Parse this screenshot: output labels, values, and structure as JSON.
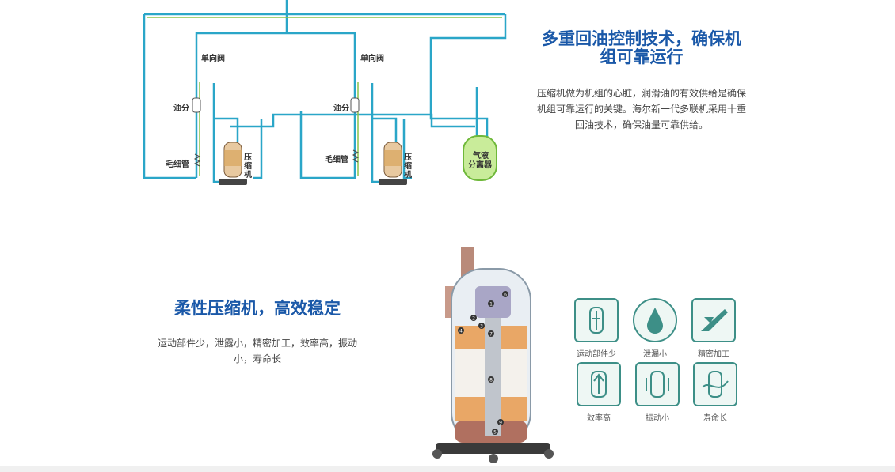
{
  "diagram": {
    "check_valve_left": "单向阀",
    "check_valve_right": "单向阀",
    "oil_sep_left": "油分",
    "oil_sep_right": "油分",
    "capillary_left": "毛细管",
    "capillary_right": "毛细管",
    "compressor_left": "压缩机",
    "compressor_right": "压缩机",
    "separator_line1": "气液",
    "separator_line2": "分离器"
  },
  "section1": {
    "title_line1": "多重回油控制技术，确保机",
    "title_line2": "组可靠运行",
    "desc_line1": "压缩机做为机组的心脏，润滑油的有效供给是确保",
    "desc_line2": "机组可靠运行的关键。海尔新一代多联机采用十重",
    "desc_line3": "回油技术，确保油量可靠供给。"
  },
  "section2": {
    "title": "柔性压缩机，高效稳定",
    "desc_line1": "运动部件少，泄露小，精密加工，效率高，振动",
    "desc_line2": "小，寿命长"
  },
  "compressor_numbers": [
    "1",
    "2",
    "3",
    "4",
    "5",
    "6",
    "7",
    "8",
    "9"
  ],
  "features": [
    {
      "label": "运动部件少",
      "icon": "compressor-icon"
    },
    {
      "label": "泄漏小",
      "icon": "oil-drop-icon"
    },
    {
      "label": "精密加工",
      "icon": "caliper-icon"
    },
    {
      "label": "效率高",
      "icon": "efficiency-icon"
    },
    {
      "label": "振动小",
      "icon": "vibration-icon"
    },
    {
      "label": "寿命长",
      "icon": "longevity-icon"
    }
  ],
  "colors": {
    "title": "#1a58a8",
    "pipe": "#2aa6c8",
    "icon_border": "#3d8f87",
    "separator": "#a8d96a"
  }
}
